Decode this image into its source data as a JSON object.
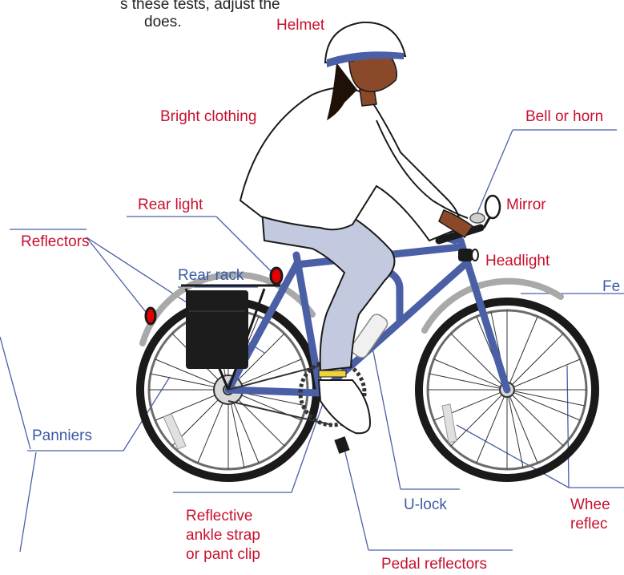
{
  "intro_text": {
    "line1": "s these tests, adjust the",
    "line2": "does."
  },
  "labels": {
    "helmet": "Helmet",
    "bright_clothing": "Bright clothing",
    "bell_or_horn": "Bell or horn",
    "mirror": "Mirror",
    "rear_light": "Rear light",
    "headlight": "Headlight",
    "reflectors": "Reflectors",
    "rear_rack": "Rear rack",
    "fender": "Fe",
    "panniers": "Panniers",
    "u_lock": "U-lock",
    "wheel_reflectors": "Whee\nreflec",
    "reflective_ankle_strap": "Reflective\nankle strap\nor pant clip",
    "pedal_reflectors": "Pedal reflectors"
  },
  "colors": {
    "label_red": "#c8102e",
    "label_blue": "#3b5ba5",
    "frame_blue": "#4a5fa6",
    "leader_line": "#4a5fa6",
    "fender_gray": "#a9a9a9",
    "pants": "#c3cadf",
    "skin": "#8a4a2a",
    "hair": "#1e1208"
  }
}
